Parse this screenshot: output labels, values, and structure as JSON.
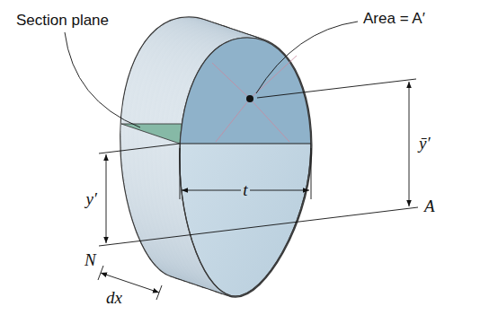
{
  "diagram": {
    "labels": [
      "Section plane",
      "Area = A′",
      "t",
      "ȳ′",
      "y′",
      "N",
      "A",
      "dx"
    ]
  }
}
